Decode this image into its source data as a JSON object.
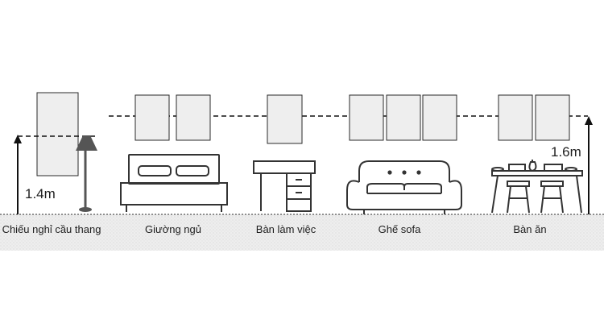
{
  "heights": {
    "stair_landing": "1.4m",
    "dining_area": "1.6m"
  },
  "labels": {
    "stair_landing": "Chiếu nghỉ cầu thang",
    "bedroom": "Giường ngủ",
    "desk": "Bàn làm việc",
    "sofa": "Ghế sofa",
    "dining": "Bàn ăn"
  },
  "colors": {
    "line": "#2a2a2a",
    "frame_fill": "#eeeeee",
    "floor_band": "#eeeeee",
    "background": "#ffffff"
  }
}
